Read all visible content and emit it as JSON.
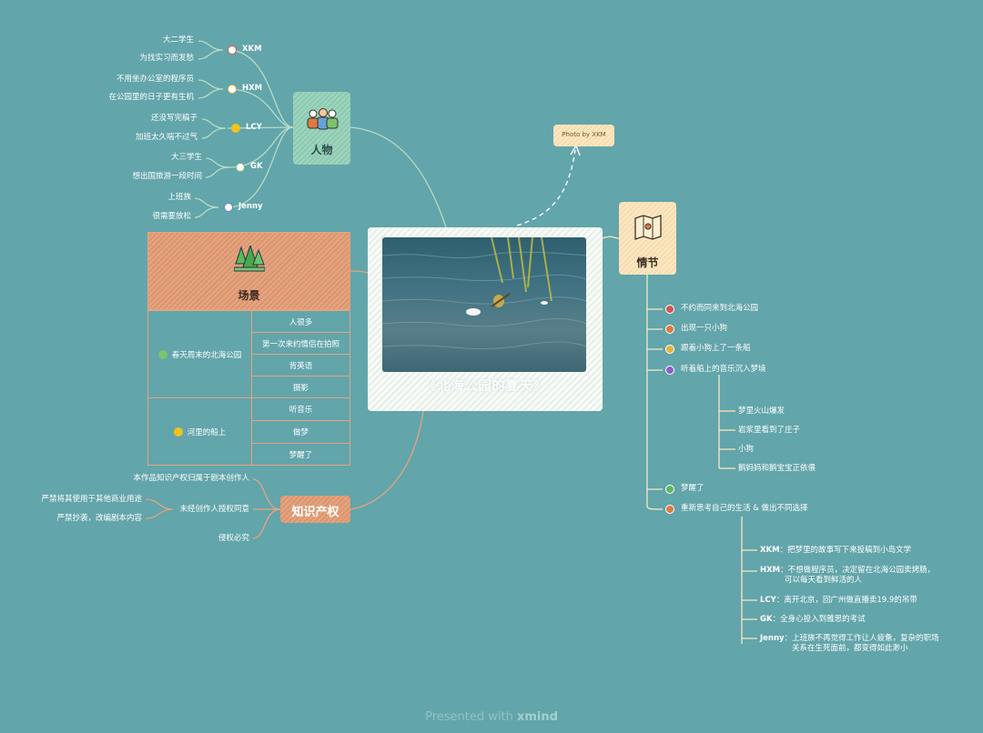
{
  "central": {
    "title": "《北海公园的夏天》"
  },
  "photo_credit": "Photo by XKM",
  "characters": {
    "title": "人物",
    "items": [
      {
        "name": "XKM",
        "details": [
          "大二学生",
          "为找实习而发愁"
        ],
        "color": "#d9534f"
      },
      {
        "name": "HXM",
        "details": [
          "不用坐办公室的程序员",
          "在公园里的日子更有生机"
        ],
        "color": "#e8b13a"
      },
      {
        "name": "LCY",
        "details": [
          "还没写完稿子",
          "加班太久喘不过气"
        ],
        "color": "#f0c419"
      },
      {
        "name": "GK",
        "details": [
          "大三学生",
          "想出国旅游一段时间"
        ],
        "color": "#7cc36e"
      },
      {
        "name": "Jenny",
        "details": [
          "上班族",
          "很需要放松"
        ],
        "color": "#6a7fd6"
      }
    ]
  },
  "scene": {
    "title": "场景",
    "groups": [
      {
        "label": "春天周末的北海公园",
        "items": [
          "人很多",
          "第一次来约情侣在拍照",
          "背英语",
          "摄影"
        ]
      },
      {
        "label": "河里的船上",
        "items": [
          "听音乐",
          "做梦",
          "梦醒了"
        ]
      }
    ]
  },
  "ip": {
    "title": "知识产权",
    "items": [
      "本作品知识产权归属于剧本创作人",
      "未经创作人授权同意",
      "侵权必究"
    ],
    "sub_items": [
      "严禁将其使用于其他商业用途",
      "严禁抄袭，改编剧本内容"
    ]
  },
  "plot": {
    "title": "情节",
    "items": [
      {
        "text": "不约而同来到北海公园",
        "icon": "heart-icon",
        "color": "#d9534f"
      },
      {
        "text": "出现一只小狗",
        "icon": "exclamation-icon",
        "color": "#e07a3f"
      },
      {
        "text": "跟着小狗上了一条船",
        "icon": "number-icon",
        "color": "#e8b13a"
      },
      {
        "text": "听着船上的音乐沉入梦境",
        "icon": "info-icon",
        "color": "#8a5fc7"
      },
      {
        "text": "梦醒了",
        "icon": "check-icon",
        "color": "#5cb85c"
      },
      {
        "text": "重新思考自己的生活 & 做出不同选择",
        "icon": "flag-icon",
        "color": "#e07a3f"
      }
    ],
    "dream_items": [
      "梦里火山爆发",
      "岩浆里看到了庄子",
      "小狗",
      "鹅妈妈和鹅宝宝正依偎"
    ],
    "choices": [
      {
        "who": "XKM",
        "text": "把梦里的故事写下来投稿到小岛文学",
        "text2": ""
      },
      {
        "who": "HXM",
        "text": "不想做程序员，决定留在北海公园卖烤肠，",
        "text2": "可以每天看到鲜活的人"
      },
      {
        "who": "LCY",
        "text": "离开北京，回广州做直播卖19.9的吊带",
        "text2": ""
      },
      {
        "who": "GK",
        "text": "全身心投入到雅思的考试",
        "text2": ""
      },
      {
        "who": "Jenny",
        "text": "上班族不再觉得工作让人疲惫，复杂的职场",
        "text2": "关系在生死面前，都变得如此渺小"
      }
    ]
  },
  "footer": {
    "presented_with": "Presented with",
    "brand": "xmind"
  },
  "colors": {
    "background": "#62a5aa",
    "line": "#b7dcc8",
    "accent_orange": "#e6a47f"
  }
}
